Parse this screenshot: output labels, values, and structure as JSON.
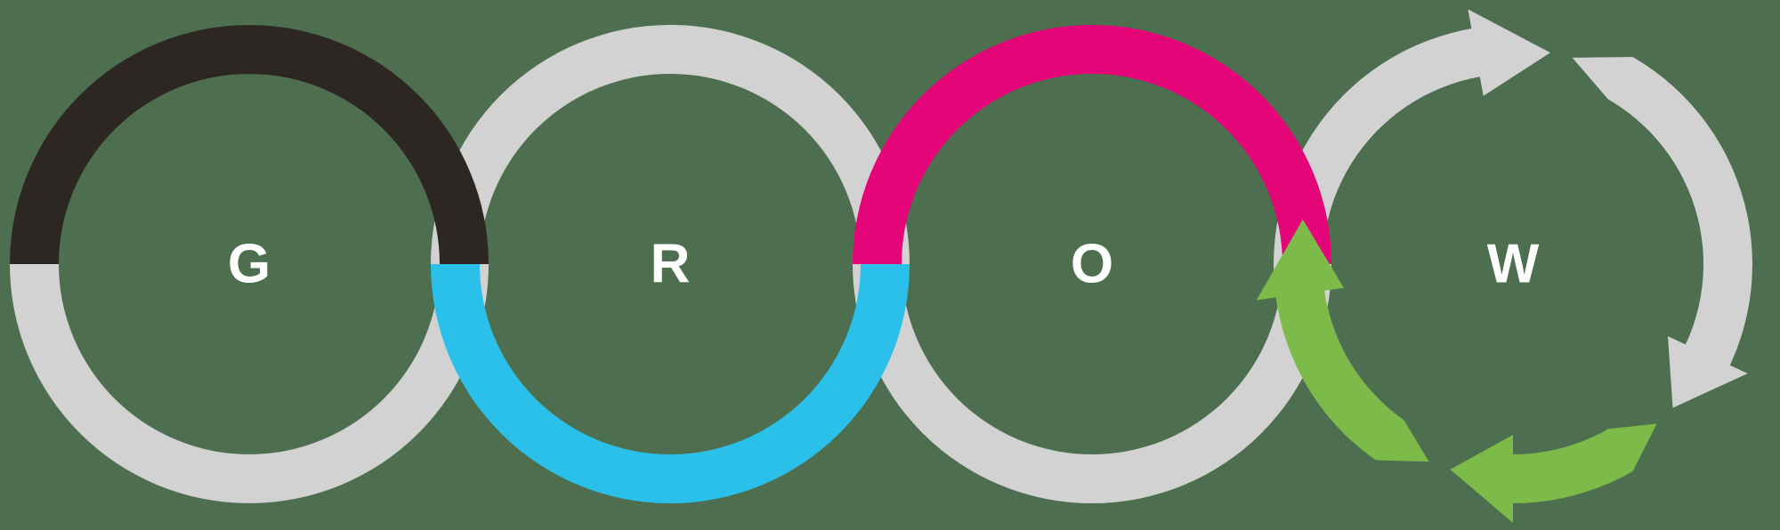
{
  "background_color": "#4e6f4f",
  "diagram": {
    "title": "GROW",
    "letter_color": "#ffffff",
    "rings": [
      {
        "letter": "G",
        "top_color": "#2d2723",
        "bottom_color": "#d2d2d2",
        "top_name": "dark-arc",
        "bottom_name": "gray-arc"
      },
      {
        "letter": "R",
        "top_color": "#d2d2d2",
        "bottom_color": "#2bc0e9",
        "top_name": "gray-arc",
        "bottom_name": "blue-arc"
      },
      {
        "letter": "O",
        "top_color": "#e40678",
        "bottom_color": "#d2d2d2",
        "top_name": "magenta-arc",
        "bottom_name": "gray-arc"
      },
      {
        "letter": "W",
        "arrow_top_color": "#d2d2d2",
        "arrow_bottom_color": "#7cbb4a",
        "style": "cycle-arrows",
        "direction": "clockwise"
      }
    ]
  }
}
